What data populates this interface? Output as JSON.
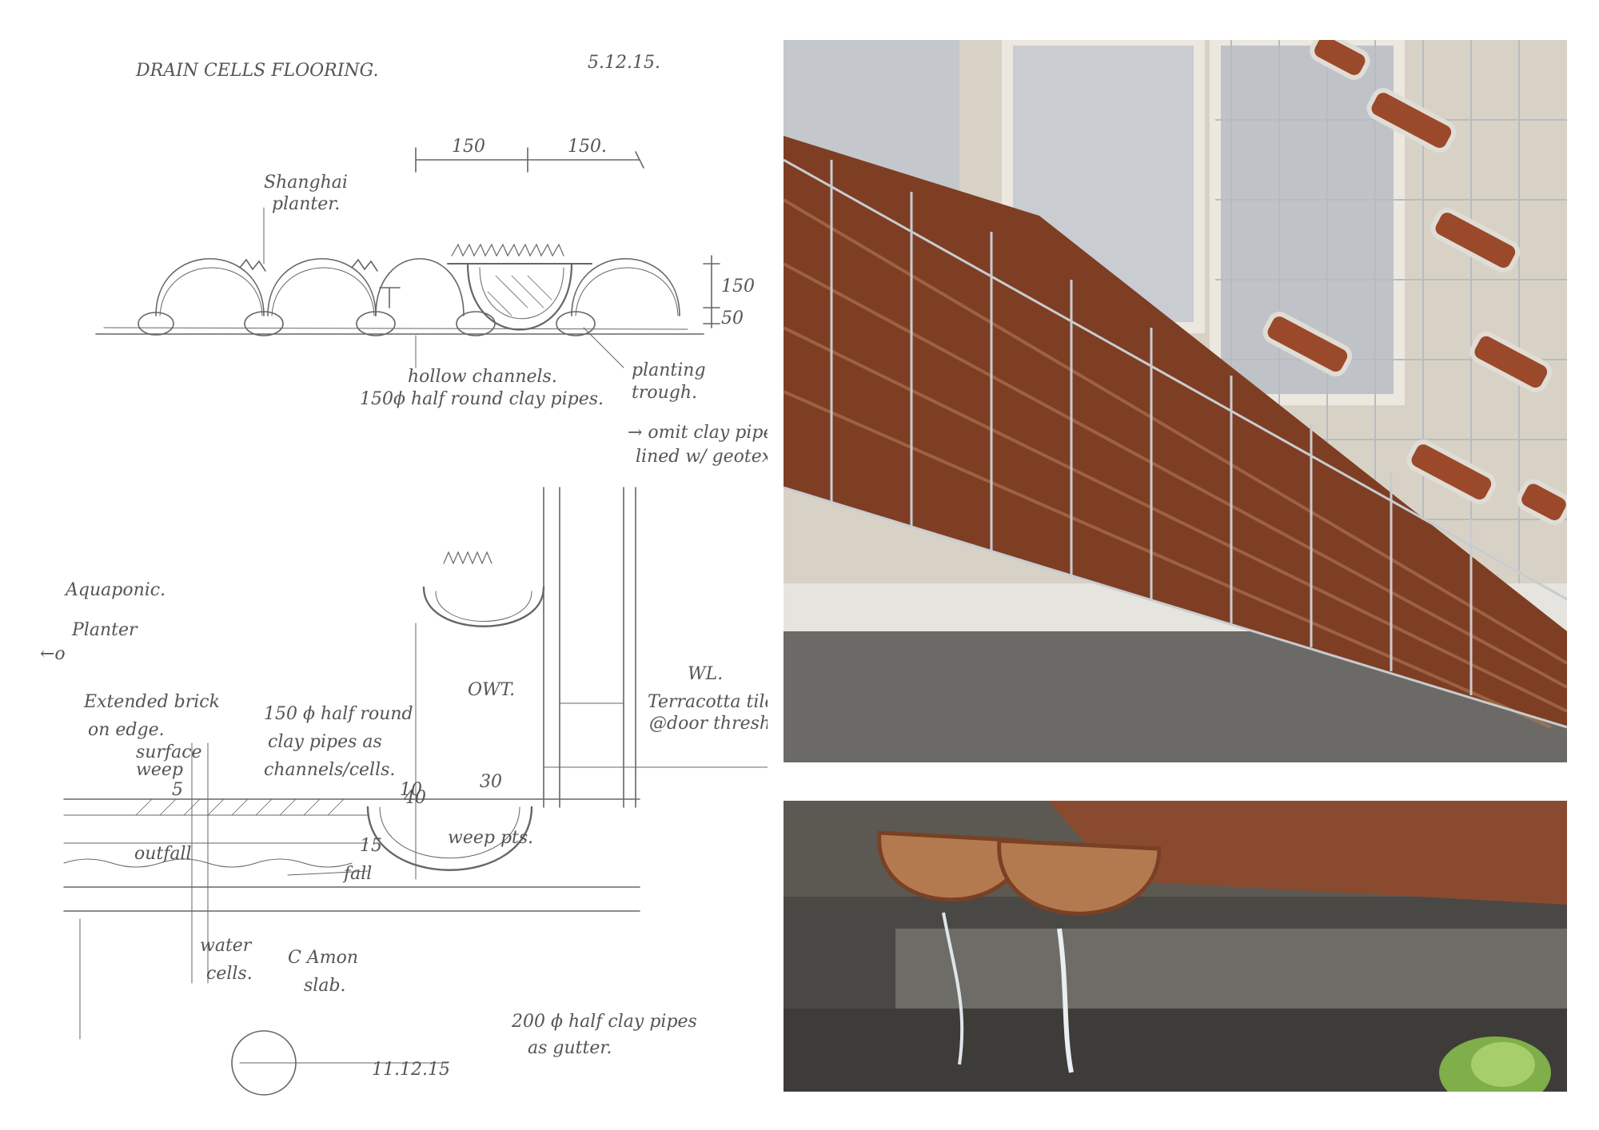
{
  "sketch": {
    "title": "DRAIN CELLS FLOORING.",
    "date": "5.12.15.",
    "dim_150_a": "150",
    "dim_150_b": "150.",
    "dim_150_v": "150",
    "dim_50": "50",
    "shanghai_planter": [
      "Shanghai",
      "planter."
    ],
    "hollow_channels": [
      "hollow channels.",
      "150ϕ half round clay pipes."
    ],
    "planting_trough": [
      "planting",
      "trough.",
      "→ omit clay pipe",
      "lined w/ geotex"
    ],
    "aquaponic_planter": [
      "Aquaponic.",
      "Planter"
    ],
    "aquaponic_arrow": "←o",
    "extended_brick": [
      "Extended brick",
      "on edge."
    ],
    "half_round_clay": [
      "150 ϕ half round",
      "clay pipes as",
      "channels/cells."
    ],
    "surface_weep": [
      "surface",
      "weep"
    ],
    "outfall": "outfall",
    "weep_pts": "weep pts.",
    "water_cells": [
      "water",
      "cells."
    ],
    "slab": [
      "C Amon",
      "slab."
    ],
    "clay_gutter": [
      "200 ϕ half clay pipes",
      "as gutter."
    ],
    "terracotta": [
      "Terracotta tiles",
      "@door threshold."
    ],
    "owt": "OWT.",
    "wl": "WL.",
    "fall": "fall",
    "num_5": "5",
    "num_10": "10",
    "num_15": "15",
    "num_30": "30",
    "num_40": "40",
    "initials": "11.12.15"
  },
  "photos": {
    "top": "clay-pipe-drain-cells-mesh-canopy-photo",
    "bottom": "clay-pipe-gutter-water-outfall-photo"
  },
  "colors": {
    "pencil": "#555555",
    "terracotta": "#9a4a2a",
    "wall": "#d8d2c6",
    "mesh": "#b8bcc0"
  }
}
